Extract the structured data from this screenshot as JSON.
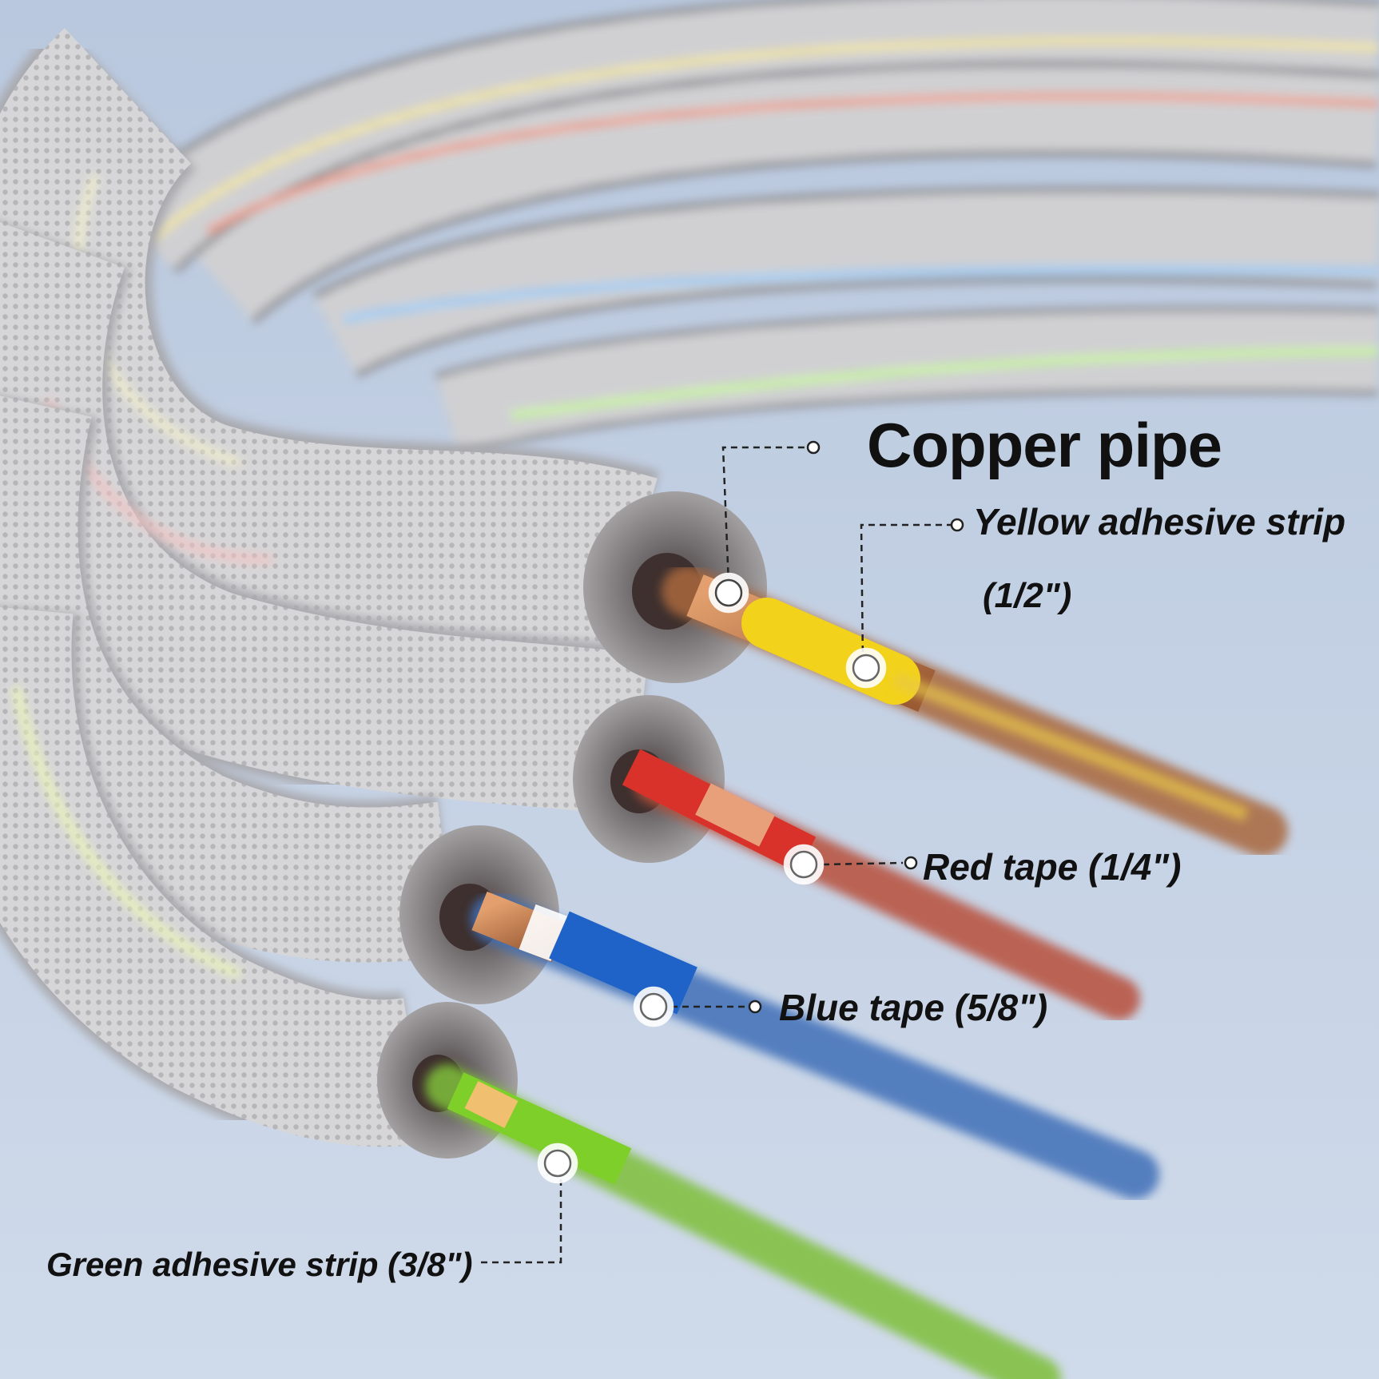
{
  "labels": {
    "copper_pipe": "Copper pipe",
    "yellow_strip": "Yellow adhesive strip",
    "yellow_size": "(1/2\")",
    "red_tape": "Red tape (1/4\")",
    "blue_tape": "Blue tape (5/8\")",
    "green_strip": "Green adhesive strip (3/8\")"
  },
  "colors": {
    "background": "#c9d6e9",
    "insulation": "#d2d2d4",
    "foam_end": "#8f8c8e",
    "copper": "#c07a4a",
    "yellow": "#f2d21a",
    "red": "#d8322a",
    "blue": "#1f62c8",
    "green": "#7fcf2a",
    "text": "#111111"
  }
}
